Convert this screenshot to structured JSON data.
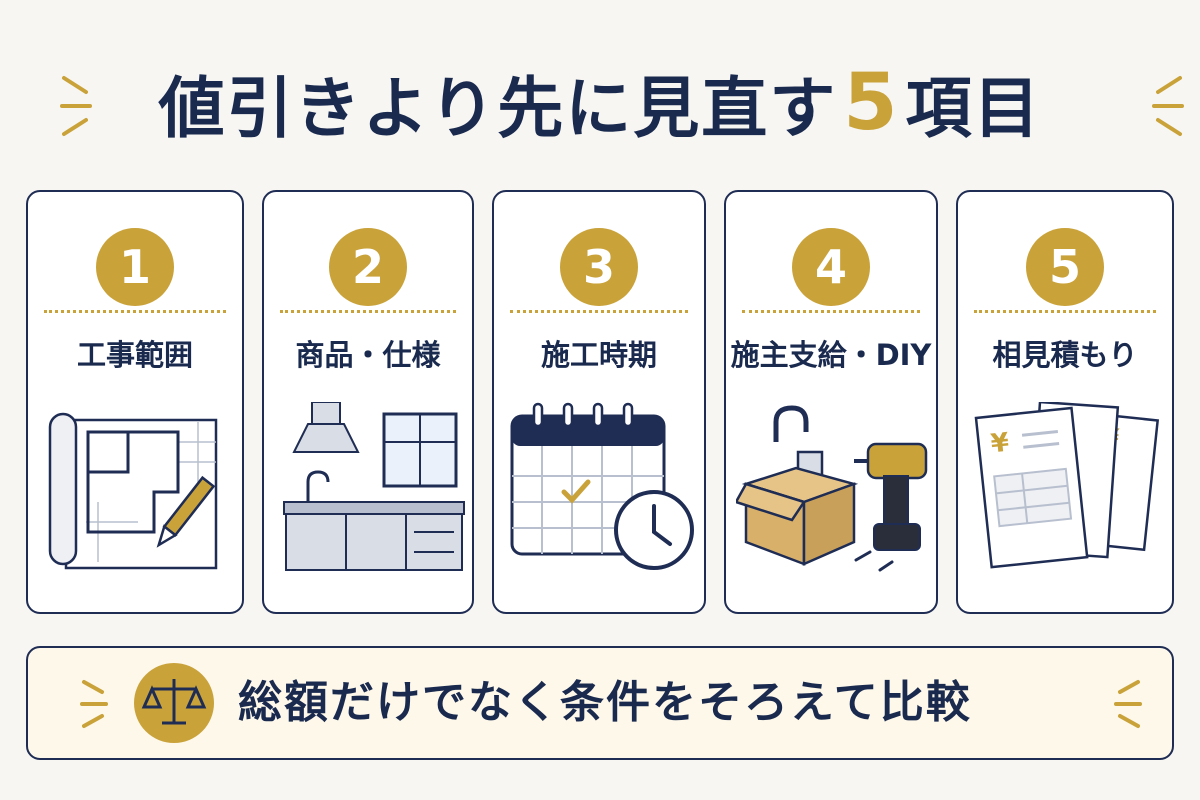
{
  "title": {
    "main": "値引きより先に見直す",
    "number": "5",
    "suffix": "項目"
  },
  "items": [
    {
      "number": "1",
      "label": "工事範囲",
      "icon": "floor-plan-icon"
    },
    {
      "number": "2",
      "label": "商品・仕様",
      "icon": "kitchen-icon"
    },
    {
      "number": "3",
      "label": "施工時期",
      "icon": "calendar-clock-icon"
    },
    {
      "number": "4",
      "label": "施主支給・DIY",
      "icon": "box-drill-icon"
    },
    {
      "number": "5",
      "label": "相見積もり",
      "icon": "estimates-icon"
    }
  ],
  "footer": {
    "text": "総額だけでなく条件をそろえて比較",
    "icon": "scale-icon"
  },
  "colors": {
    "navy": "#1a2a4f",
    "gold": "#c9a23a",
    "background": "#f7f6f2"
  }
}
